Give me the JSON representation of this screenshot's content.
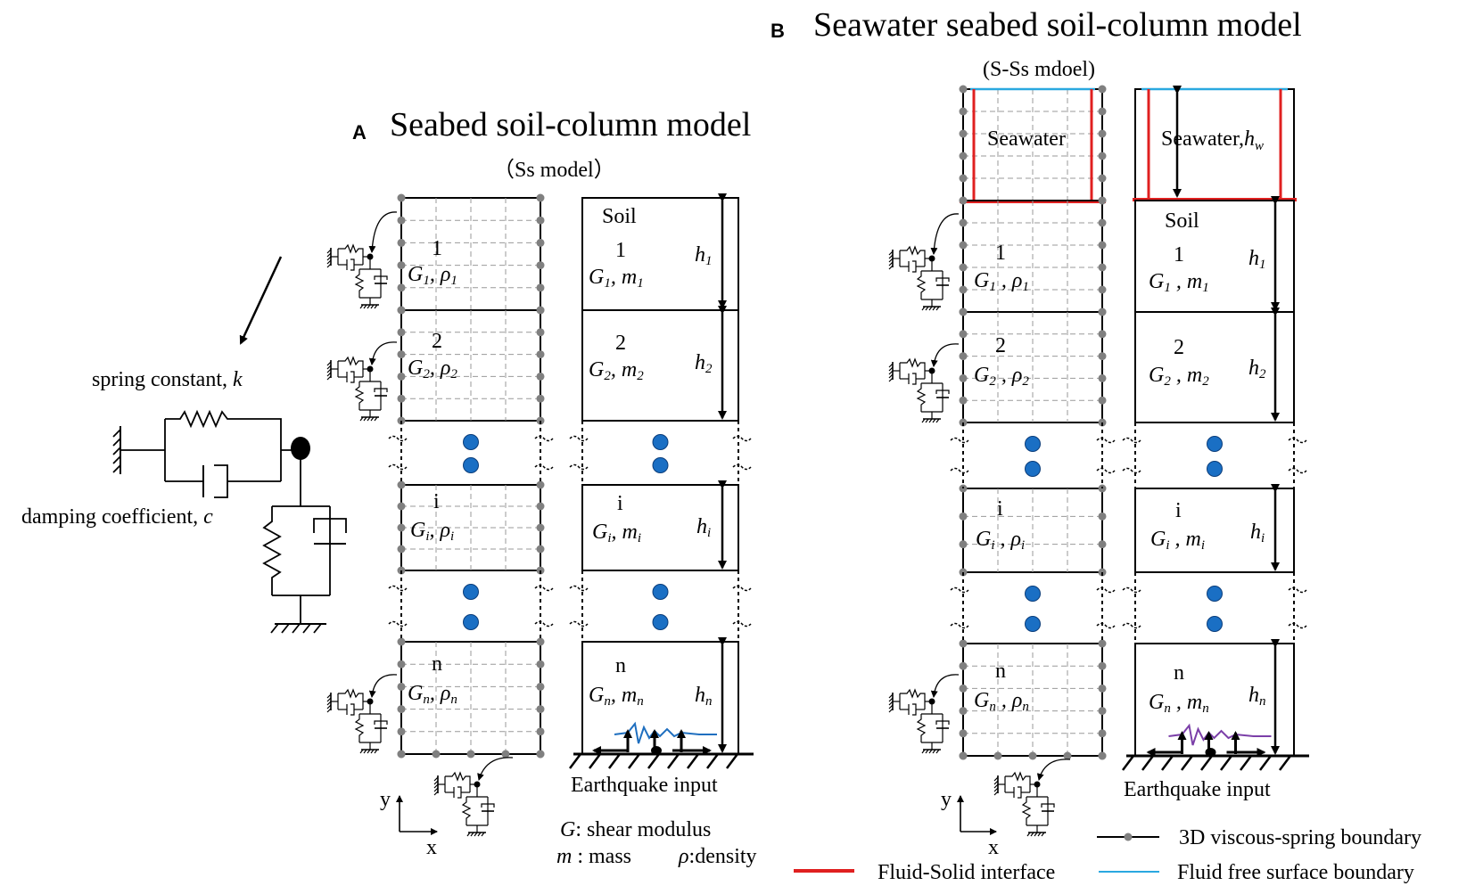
{
  "panel_a": {
    "letter": "A",
    "title": "Seabed soil-column model",
    "subtitle": "（Ss model）",
    "soil_label": "Soil",
    "layers": [
      {
        "num": "1",
        "g": "G",
        "sub": "1",
        "h": "h"
      },
      {
        "num": "2",
        "g": "G",
        "sub": "2",
        "h": "h"
      },
      {
        "num": "i",
        "g": "G",
        "sub": "i",
        "h": "h"
      },
      {
        "num": "n",
        "g": "G",
        "sub": "n",
        "h": "h"
      }
    ],
    "rho": "ρ",
    "mass": "m",
    "earthquake": "Earthquake input",
    "spring_label": "spring constant,",
    "spring_sym": "k",
    "damping_label": "damping coefficient,",
    "damping_sym": "c",
    "axis_y": "y",
    "axis_x": "x",
    "seismic_color": "#1f6fbf"
  },
  "panel_b": {
    "letter": "B",
    "title": "Seawater seabed soil-column model",
    "subtitle": "(S-Ss mdoel)",
    "seawater": "Seawater",
    "seawater_h": "Seawater,",
    "hw": "h",
    "hw_sub": "w",
    "soil_label": "Soil",
    "earthquake": "Earthquake input",
    "axis_y": "y",
    "axis_x": "x",
    "seismic_color": "#7b3fa8"
  },
  "legend": {
    "g_sym": "G",
    "g_text": ": shear modulus",
    "m_sym": "m",
    "m_text": " : mass",
    "rho_sym": "ρ",
    "rho_text": ":density",
    "fsi": "Fluid-Solid interface",
    "vsb": "3D viscous-spring boundary",
    "ffs": "Fluid free surface boundary",
    "fsi_color": "#e02020",
    "ffs_color": "#2aa8e0",
    "dot_color": "#1a6fc4"
  }
}
